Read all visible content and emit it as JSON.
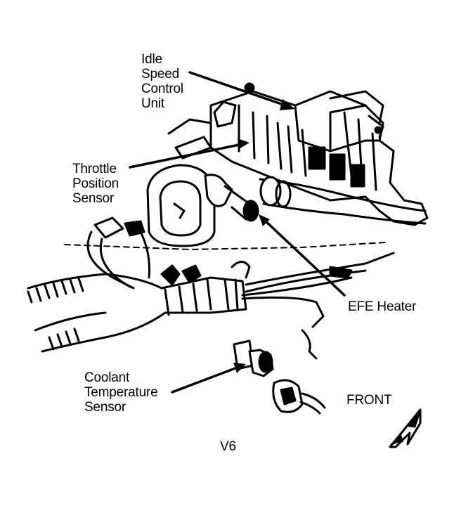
{
  "diagram": {
    "labels": {
      "idle_speed_control_unit": [
        "Idle",
        "Speed",
        "Control",
        "Unit"
      ],
      "throttle_position_sensor": [
        "Throttle",
        "Position",
        "Sensor"
      ],
      "efe_heater": [
        "EFE Heater"
      ],
      "coolant_temperature_sensor": [
        "Coolant",
        "Temperature",
        "Sensor"
      ],
      "front": [
        "FRONT"
      ],
      "engine": [
        "V6"
      ]
    },
    "colors": {
      "ink": "#000000",
      "paper": "#ffffff"
    },
    "icons": {
      "front_arrow": "front-direction-arrow-icon"
    }
  }
}
